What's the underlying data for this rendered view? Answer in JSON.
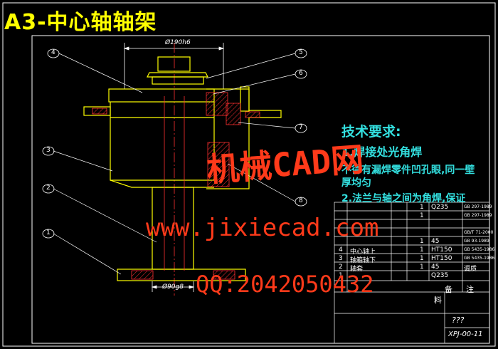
{
  "title": "A3-中心轴轴架",
  "dimensions": {
    "top": "Ø190h6",
    "bottom": "Ø90g8"
  },
  "balloons": [
    "4",
    "5",
    "3",
    "6",
    "7",
    "2",
    "8",
    "1"
  ],
  "tech": {
    "heading": "技术要求:",
    "line1": "1.焊接处光角焊",
    "line2": "不得有漏焊零件凹孔眼,同一壁",
    "line3": "厚均匀",
    "line4": "2.法兰与轴之间为角焊,保证"
  },
  "bom": {
    "rows": [
      {
        "no": "",
        "name": "",
        "qty": "1",
        "material": "Q235",
        "std": "GB 297-1989",
        "note": ""
      },
      {
        "no": "",
        "name": "",
        "qty": "1",
        "material": "",
        "std": "GB 297-1989",
        "note": ""
      },
      {
        "no": "",
        "name": "",
        "qty": "",
        "material": "",
        "std": "GB/T 71-2000",
        "note": ""
      },
      {
        "no": "",
        "name": "",
        "qty": "1",
        "material": "45",
        "std": "GB 93-1989",
        "note": ""
      },
      {
        "no": "4",
        "name": "中心轴上",
        "qty": "1",
        "material": "HT150",
        "std": "GB 5435-1986",
        "note": ""
      },
      {
        "no": "3",
        "name": "轴箱轴下",
        "qty": "1",
        "material": "HT150",
        "std": "GB 5435-1986",
        "note": ""
      },
      {
        "no": "2",
        "name": "轴套",
        "qty": "1",
        "material": "45",
        "std": "调质",
        "note": ""
      },
      {
        "no": "1",
        "name": "",
        "qty": "",
        "material": "Q235",
        "std": "",
        "note": ""
      }
    ],
    "header": {
      "material_label": "料",
      "note1": "备",
      "note2": "注"
    }
  },
  "titleblock": {
    "drawing_no": "XPJ-00-11",
    "marks": "???"
  },
  "watermark": {
    "line1": "机械CAD网",
    "line2": "www.jixiecad.com",
    "line3": "QQ:2042050432"
  }
}
